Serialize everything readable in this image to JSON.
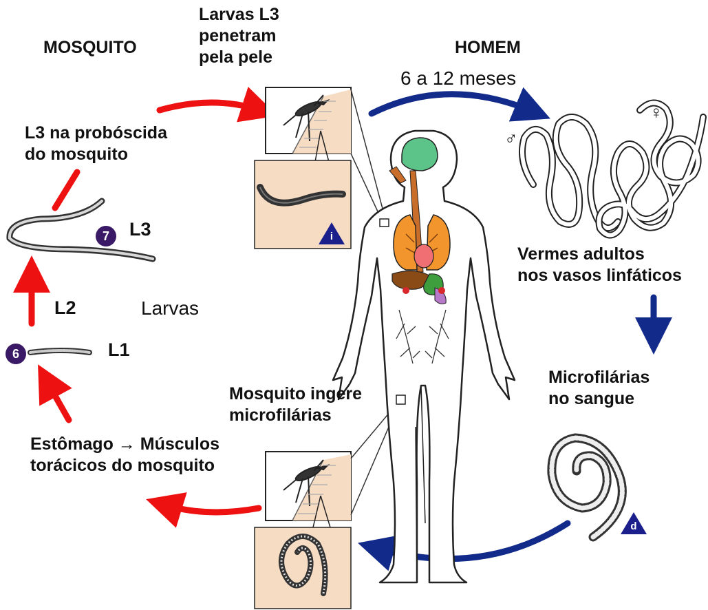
{
  "labels": {
    "mosquito_title": "MOSQUITO",
    "homem_title": "HOMEM",
    "period": "6 a 12 meses",
    "larvas_penetram": "Larvas L3\npenetram\npela pele",
    "l3_proboscida": "L3 na probóscida\ndo mosquito",
    "vermes_adultos": "Vermes adultos\nnos vasos linfáticos",
    "microfilarias_sangue": "Microfilárias\nno sangue",
    "mosquito_ingere": "Mosquito ingere\nmicrofilárias",
    "estomago": "Estômago → Músculos\ntorácicos do mosquito",
    "larvas": "Larvas",
    "l1": "L1",
    "l2": "L2",
    "l3": "L3"
  },
  "badges": {
    "stage6": "6",
    "stage7": "7",
    "mark_i": "i",
    "mark_d": "d"
  },
  "symbols": {
    "male": "♂",
    "female": "♀"
  },
  "colors": {
    "mosquito_arrow": "#ee1111",
    "human_arrow": "#122a8a",
    "inset_bg": "#f7dcc4",
    "brain": "#5cc489",
    "lungs": "#f2952d",
    "heart": "#f06f73",
    "liver": "#8a4b16",
    "stomach": "#3e9e3e",
    "esophagus": "#c86e2a",
    "badge": "#3a1a66"
  }
}
